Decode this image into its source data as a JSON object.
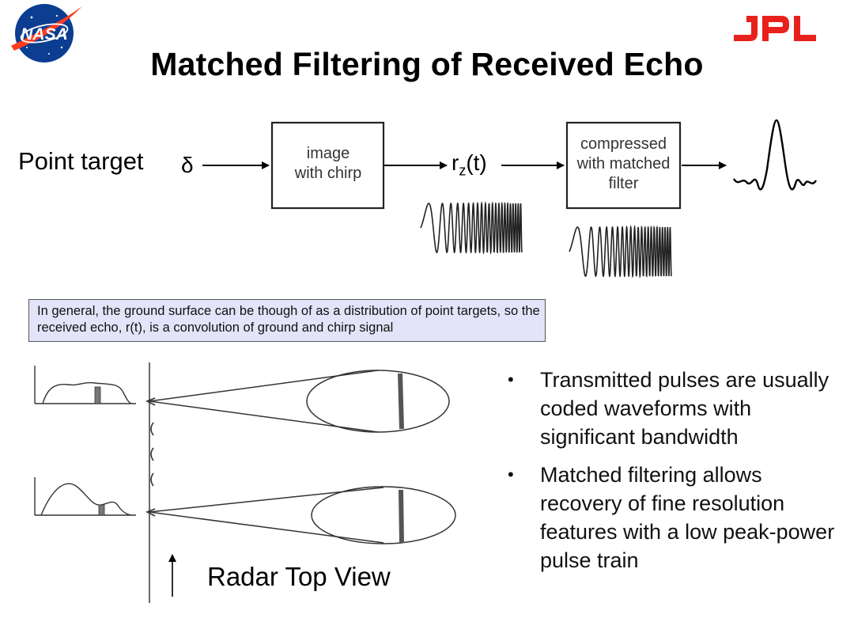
{
  "title": "Matched Filtering of Received Echo",
  "logos": {
    "left": "NASA",
    "right": "JPL"
  },
  "pipeline": {
    "input_label": "Point target",
    "input_symbol": "δ",
    "box1_lines": [
      "image",
      "with chirp"
    ],
    "signal_label_main": "r",
    "signal_label_sub": "z",
    "signal_label_tail": "(t)",
    "box2_lines": [
      "compressed",
      "with matched",
      "filter"
    ]
  },
  "note": "In general, the ground surface can be though of as a distribution of point targets, so the received echo, r(t), is a convolution of ground and chirp signal",
  "radar_label": "Radar Top View",
  "bullets": [
    "Transmitted pulses are usually coded waveforms with significant bandwidth",
    "Matched filtering allows recovery of fine resolution features with a low peak-power pulse train"
  ],
  "colors": {
    "jpl_red": "#e8211c",
    "nasa_blue": "#0b3d91",
    "nasa_red": "#fc3d21",
    "note_bg": "#e3e4fa"
  }
}
